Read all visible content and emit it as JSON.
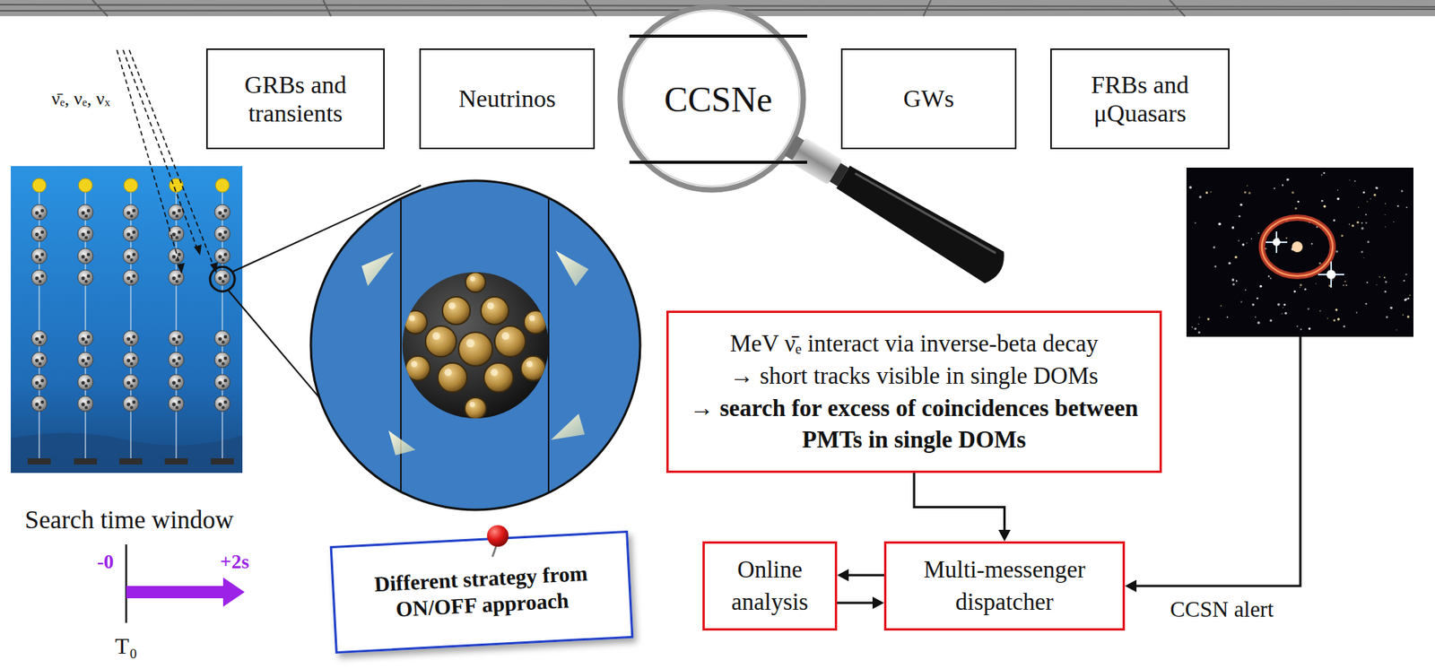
{
  "diagram": {
    "nodes": [
      {
        "text": [
          "GRBs and transients"
        ]
      },
      {
        "text": [
          "Neutrinos"
        ]
      },
      {
        "text": [
          "CCSNe"
        ]
      },
      {
        "text": [
          "GWs"
        ]
      },
      {
        "text": [
          "FRBs and μQuasars"
        ]
      },
      {
        "text": [
          "MeV ν̄ₑ interact via inverse-beta decay",
          "→ short tracks visible in single DOMs",
          "→ search for excess of coincidences between PMTs in single DOMs"
        ]
      },
      {
        "text": [
          "Different strategy from ON/OFF approach"
        ]
      },
      {
        "text": [
          "Online analysis"
        ]
      },
      {
        "text": [
          "Multi-messenger dispatcher"
        ]
      }
    ],
    "edges": [
      {
        "from": 5,
        "to": 8,
        "arrow": "to"
      },
      {
        "from": 8,
        "to": 7,
        "arrow": "to"
      },
      {
        "from": 7,
        "to": 8,
        "arrow": "to"
      }
    ],
    "labels": [
      "ν̄ₑ, νₑ, νₓ",
      "Search time window",
      "-0",
      "+2s",
      "T₀",
      "CCSN alert"
    ]
  }
}
